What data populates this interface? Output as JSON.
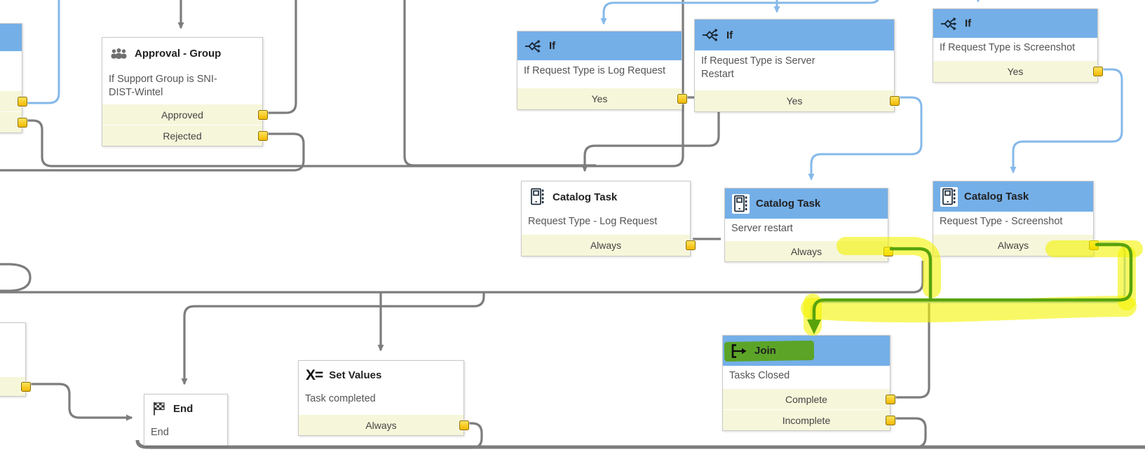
{
  "diagram": {
    "colors": {
      "header_blue": "#74afe8",
      "row_yellow": "#f6f6da",
      "connector_gold": "#f7c500",
      "line_gray": "#7d7d7d",
      "line_blue": "#85b9ea",
      "marker_green": "#58a30c",
      "highlighter_yellow": "#f2f200"
    },
    "icons": {
      "x_equals_glyph": "X=",
      "approval": "group-icon",
      "if": "branch-arrows-icon",
      "catalog_task": "catalog-card-icon",
      "join": "join-bracket-arrow-icon",
      "end": "checkered-flag-icon"
    },
    "nodes": {
      "stub_left": {
        "title": "",
        "description": "",
        "outputs": [
          "",
          ""
        ]
      },
      "approval": {
        "title": "Approval - Group",
        "description": "If Support Group is SNI-DIST-Wintel",
        "outputs": [
          "Approved",
          "Rejected"
        ]
      },
      "if_log": {
        "title": "If",
        "description": "If Request Type is Log Request",
        "outputs": [
          "Yes"
        ]
      },
      "if_server": {
        "title": "If",
        "description": "If Request Type is Server Restart",
        "outputs": [
          "Yes"
        ]
      },
      "if_screenshot": {
        "title": "If",
        "description": "If Request Type is Screenshot",
        "outputs": [
          "Yes"
        ]
      },
      "catalog_log": {
        "title": "Catalog Task",
        "description": "Request Type - Log Request",
        "outputs": [
          "Always"
        ]
      },
      "catalog_server": {
        "title": "Catalog Task",
        "description": "Server restart",
        "outputs": [
          "Always"
        ]
      },
      "catalog_screenshot": {
        "title": "Catalog Task",
        "description": "Request Type - Screenshot",
        "outputs": [
          "Always"
        ]
      },
      "join": {
        "title": "Join",
        "description": "Tasks Closed",
        "outputs": [
          "Complete",
          "Incomplete"
        ]
      },
      "set_values": {
        "title": "Set Values",
        "description": "Task completed",
        "outputs": [
          "Always"
        ]
      },
      "end": {
        "title": "End",
        "description": "End",
        "outputs": []
      },
      "stub_bottom_left": {
        "title": "",
        "description": "",
        "outputs": [
          ""
        ]
      }
    }
  }
}
